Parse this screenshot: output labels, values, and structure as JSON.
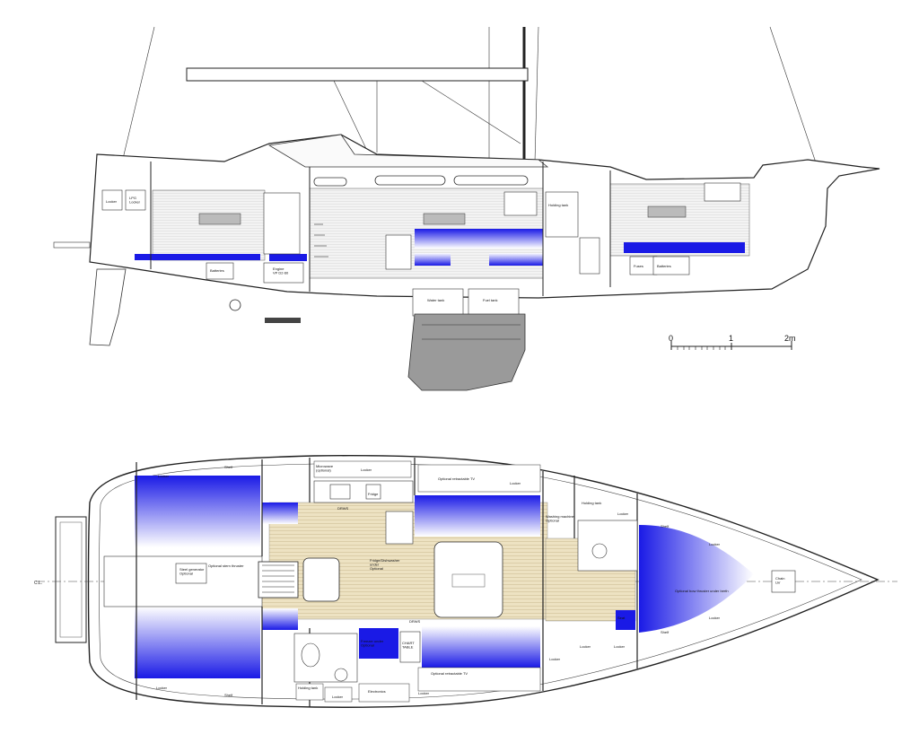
{
  "side_view": {
    "labels": {
      "locker": "Locker",
      "lpg_locker": "LPG\nLocker",
      "batteries_aft": "Batteries",
      "engine": "Engine\nVP D2-60",
      "water_tank": "Water tank",
      "fuel_tank": "Fuel tank",
      "holding_tank": "Holding tank",
      "fuses": "Fuses",
      "batteries_fwd": "Batteries"
    }
  },
  "scale": {
    "ticks": [
      "0",
      "1",
      "2m"
    ]
  },
  "plan_view": {
    "cl_label": "C.L.",
    "labels": {
      "locker_aft_top": "Locker",
      "shelf_top": "Shelf",
      "microwave": "Microwave\n(optional)",
      "locker_galley": "Locker",
      "fridge": "Fridge",
      "drws_top": "DRWS",
      "optional_tv_top": "Optional retractable TV",
      "locker_mid_top": "Locker",
      "holding_tank_top": "Holding tank",
      "washing_machine": "Washing machine\nOptional",
      "shelf_fwd_top": "Shelf",
      "locker_fwd_top": "Locker",
      "locker_bow_top": "Locker",
      "fridge_dishwasher": "Fridge/Dishwasher\nunder\nOptional",
      "steel_generator": "Steel generator\nOptional",
      "optional_stern_thruster": "Optional stern thruster",
      "optional_bow_thruster": "Optional bow thruster under berth",
      "chain_lkr": "Chain\nLkr",
      "seat": "Seat",
      "locker_fwd_bottom": "Locker",
      "shelf_fwd_bottom": "Shelf",
      "locker_bow_bottom": "Locker",
      "locker_mid_bottom": "Locker",
      "locker_mid_bottom2": "Locker",
      "drws_bottom": "DRWS",
      "chart_table": "CHART\nTABLE",
      "freezer": "Freezer under\nOptional",
      "optional_tv_bottom": "Optional retractable TV",
      "locker_aft_bottom": "Locker",
      "shelf_bottom": "Shelf",
      "holding_tank_bottom": "Holding tank",
      "locker_head_bottom": "Locker",
      "electronics": "Electronics",
      "locker_nav_bottom": "Locker"
    }
  },
  "colors": {
    "cushion_blue": "#1a1ae6",
    "floor_tan": "#e8dcb8",
    "keel_grey": "#9a9a9a"
  }
}
